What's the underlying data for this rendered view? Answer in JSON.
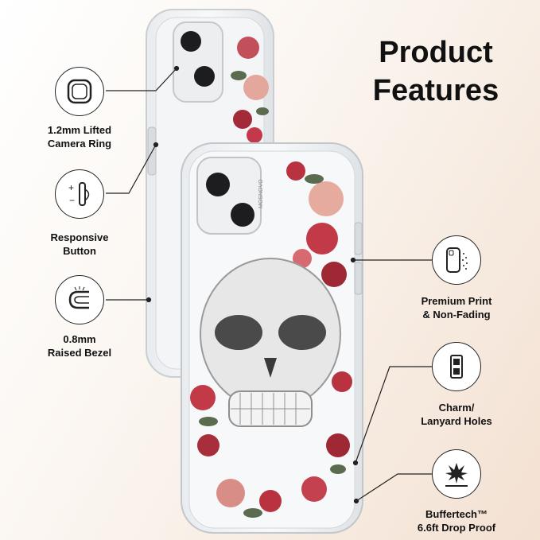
{
  "heading": {
    "line1": "Product",
    "line2": "Features"
  },
  "features": [
    {
      "id": "camera-ring",
      "line1": "1.2mm Lifted",
      "line2": "Camera Ring",
      "icon": "camera-ring-icon"
    },
    {
      "id": "responsive-button",
      "line1": "Responsive",
      "line2": "Button",
      "icon": "button-icon"
    },
    {
      "id": "raised-bezel",
      "line1": "0.8mm",
      "line2": "Raised Bezel",
      "icon": "bezel-icon"
    },
    {
      "id": "premium-print",
      "line1": "Premium Print",
      "line2": "& Non-Fading",
      "icon": "print-icon"
    },
    {
      "id": "lanyard-holes",
      "line1": "Charm/",
      "line2": "Lanyard Holes",
      "icon": "lanyard-icon"
    },
    {
      "id": "drop-proof",
      "line1": "Buffertech™",
      "line2": "6.6ft Drop Proof",
      "icon": "impact-icon"
    }
  ],
  "case_brand": "MOSNOVO",
  "colors": {
    "text": "#111111",
    "flower": "#b8323f",
    "leaf": "#5a6b4f"
  }
}
